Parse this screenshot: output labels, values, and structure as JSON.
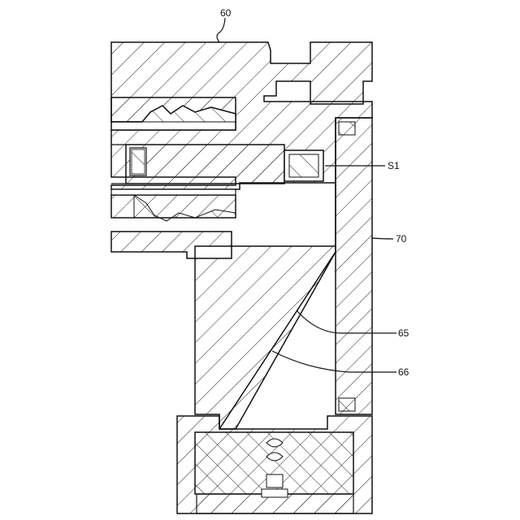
{
  "labels": {
    "part_60": "60",
    "part_70": "70",
    "part_65": "65",
    "part_66": "66",
    "part_S1": "S1"
  }
}
